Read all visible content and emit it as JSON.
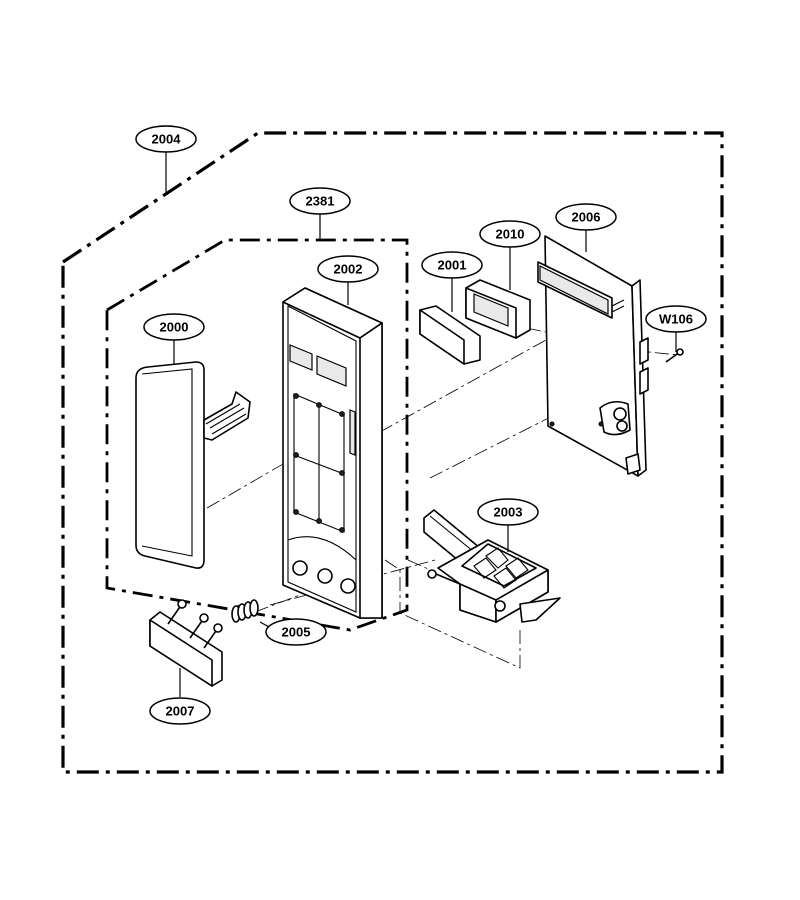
{
  "callouts": {
    "c2004": "2004",
    "c2381": "2381",
    "c2002": "2002",
    "c2000": "2000",
    "c2001": "2001",
    "c2010": "2010",
    "c2006": "2006",
    "cW106": "W106",
    "c2003": "2003",
    "c2005": "2005",
    "c2007": "2007"
  }
}
